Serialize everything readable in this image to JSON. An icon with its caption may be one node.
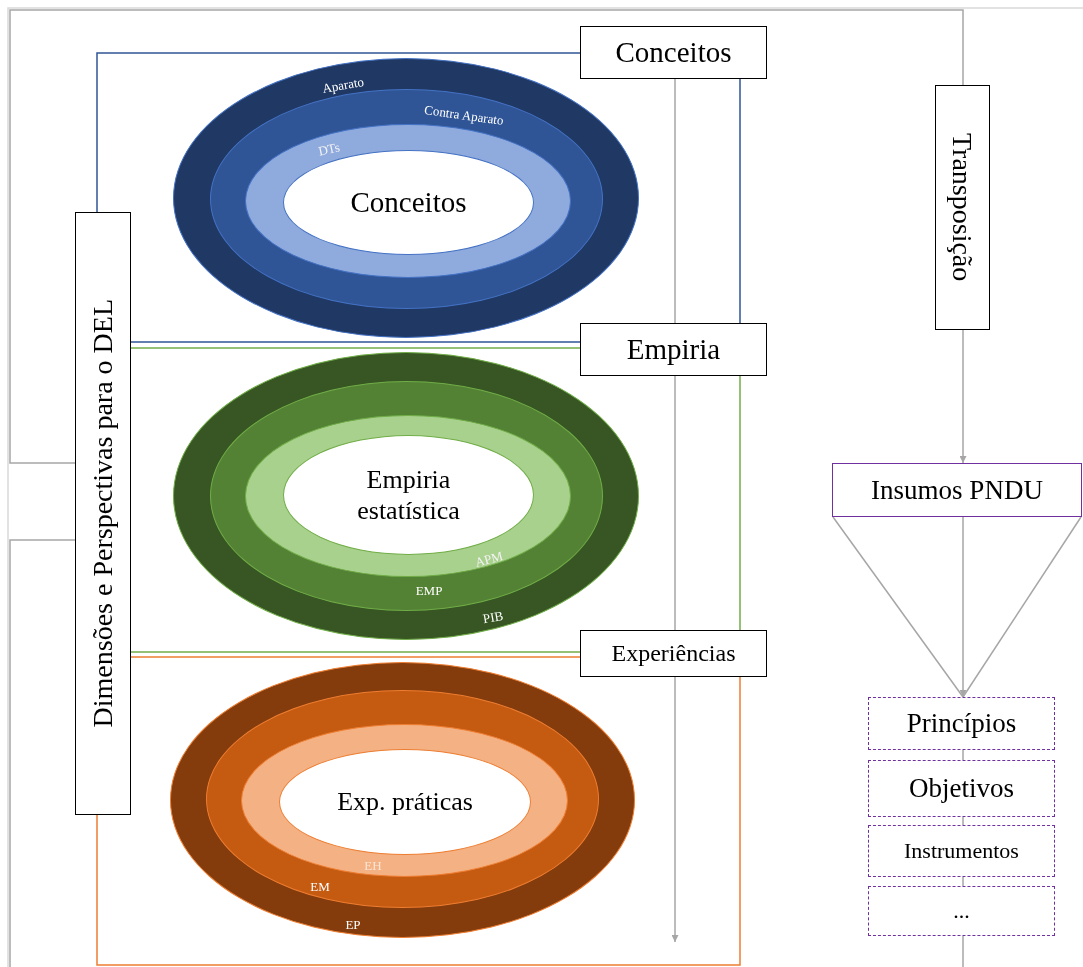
{
  "diagram": {
    "nodes": [
      {
        "text": [
          "Conceitos"
        ]
      },
      {
        "text": [
          "Aparato"
        ]
      },
      {
        "text": [
          "Contra Aparato"
        ],
        "in": 1
      },
      {
        "text": [
          "DTs"
        ],
        "in": 2
      },
      {
        "text": [
          "Conceitos"
        ],
        "in": 3
      },
      {
        "text": [
          "Empiria"
        ]
      },
      {
        "text": [
          "PIB"
        ]
      },
      {
        "text": [
          "EMP"
        ],
        "in": 6
      },
      {
        "text": [
          "APM"
        ],
        "in": 7
      },
      {
        "text": [
          "Empiria estatística"
        ],
        "in": 8
      },
      {
        "text": [
          "Experiências"
        ]
      },
      {
        "text": [
          "EP"
        ]
      },
      {
        "text": [
          "EM"
        ],
        "in": 11
      },
      {
        "text": [
          "EH"
        ],
        "in": 12
      },
      {
        "text": [
          "Exp. práticas"
        ],
        "in": 13
      },
      {
        "text": [
          "Dimensões e Perspectivas para o DEL"
        ]
      },
      {
        "text": [
          "Transposição"
        ]
      },
      {
        "text": [
          "Insumos PNDU"
        ]
      },
      {
        "text": [
          "Princípios"
        ]
      },
      {
        "text": [
          "Objetivos"
        ]
      },
      {
        "text": [
          "Instrumentos"
        ]
      },
      {
        "text": [
          "..."
        ]
      }
    ],
    "edges": [
      {
        "from": 15,
        "to": 0,
        "arrow": "none",
        "color": "#2f5597"
      },
      {
        "from": 0,
        "to": 5,
        "arrow": "none",
        "color": "#2f5597"
      },
      {
        "from": 15,
        "to": 5,
        "arrow": "none",
        "color": "#2f5597"
      },
      {
        "from": 15,
        "to": 5,
        "arrow": "none",
        "color": "#70ad47"
      },
      {
        "from": 5,
        "to": 10,
        "arrow": "none",
        "color": "#70ad47"
      },
      {
        "from": 15,
        "to": 10,
        "arrow": "none",
        "color": "#70ad47"
      },
      {
        "from": 15,
        "to": 10,
        "arrow": "none",
        "color": "#ed7d31"
      },
      {
        "from": 10,
        "to": 15,
        "arrow": "none",
        "color": "#ed7d31"
      },
      {
        "from": 15,
        "to": 16,
        "arrow": "none"
      },
      {
        "from": 15,
        "to": null,
        "arrow": "none"
      },
      {
        "from": 0,
        "to": null,
        "arrow": "to"
      },
      {
        "from": 16,
        "to": 17,
        "arrow": "to"
      },
      {
        "from": 17,
        "to": 18,
        "arrow": "none"
      },
      {
        "from": 17,
        "to": 18,
        "arrow": "to"
      },
      {
        "from": 17,
        "to": 18,
        "arrow": "none"
      },
      {
        "from": 18,
        "to": 19,
        "arrow": "none"
      },
      {
        "from": 19,
        "to": 20,
        "arrow": "none"
      },
      {
        "from": 20,
        "to": 21,
        "arrow": "none"
      },
      {
        "from": 21,
        "to": null,
        "arrow": "none"
      }
    ]
  }
}
